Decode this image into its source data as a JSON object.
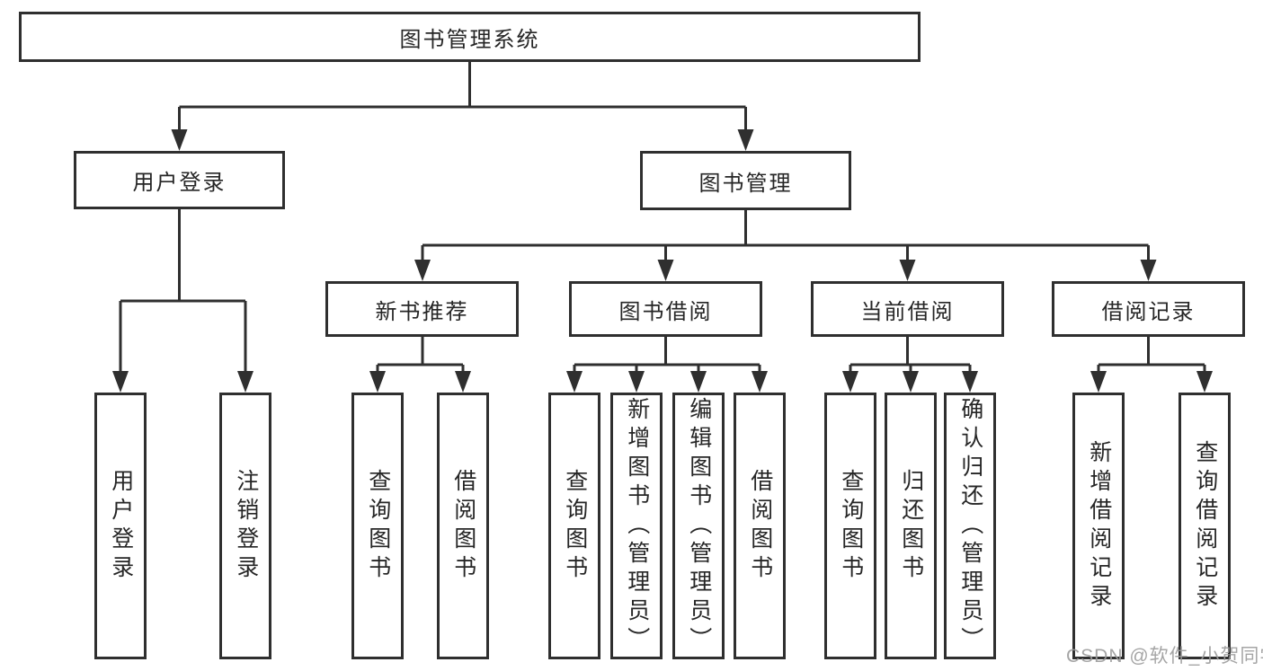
{
  "tree": {
    "root": {
      "label": "图书管理系统"
    },
    "level1": [
      {
        "label": "用户登录",
        "children": [
          {
            "label": "用户登录"
          },
          {
            "label": "注销登录"
          }
        ]
      },
      {
        "label": "图书管理",
        "children": [
          {
            "label": "新书推荐",
            "children": [
              {
                "label": "查询图书"
              },
              {
                "label": "借阅图书"
              }
            ]
          },
          {
            "label": "图书借阅",
            "children": [
              {
                "label": "查询图书"
              },
              {
                "label": "新增图书（管理员）"
              },
              {
                "label": "编辑图书（管理员）"
              },
              {
                "label": "借阅图书"
              }
            ]
          },
          {
            "label": "当前借阅",
            "children": [
              {
                "label": "查询图书"
              },
              {
                "label": "归还图书"
              },
              {
                "label": "确认归还（管理员）"
              }
            ]
          },
          {
            "label": "借阅记录",
            "children": [
              {
                "label": "新增借阅记录"
              },
              {
                "label": "查询借阅记录"
              }
            ]
          }
        ]
      }
    ]
  },
  "watermark": {
    "text": "CSDN @软件_小贺同学"
  },
  "colors": {
    "line": "#2f2f2f",
    "box_border": "#2f2f2f",
    "text": "#262626",
    "watermark": "#9b9b9b",
    "background": "#ffffff"
  }
}
